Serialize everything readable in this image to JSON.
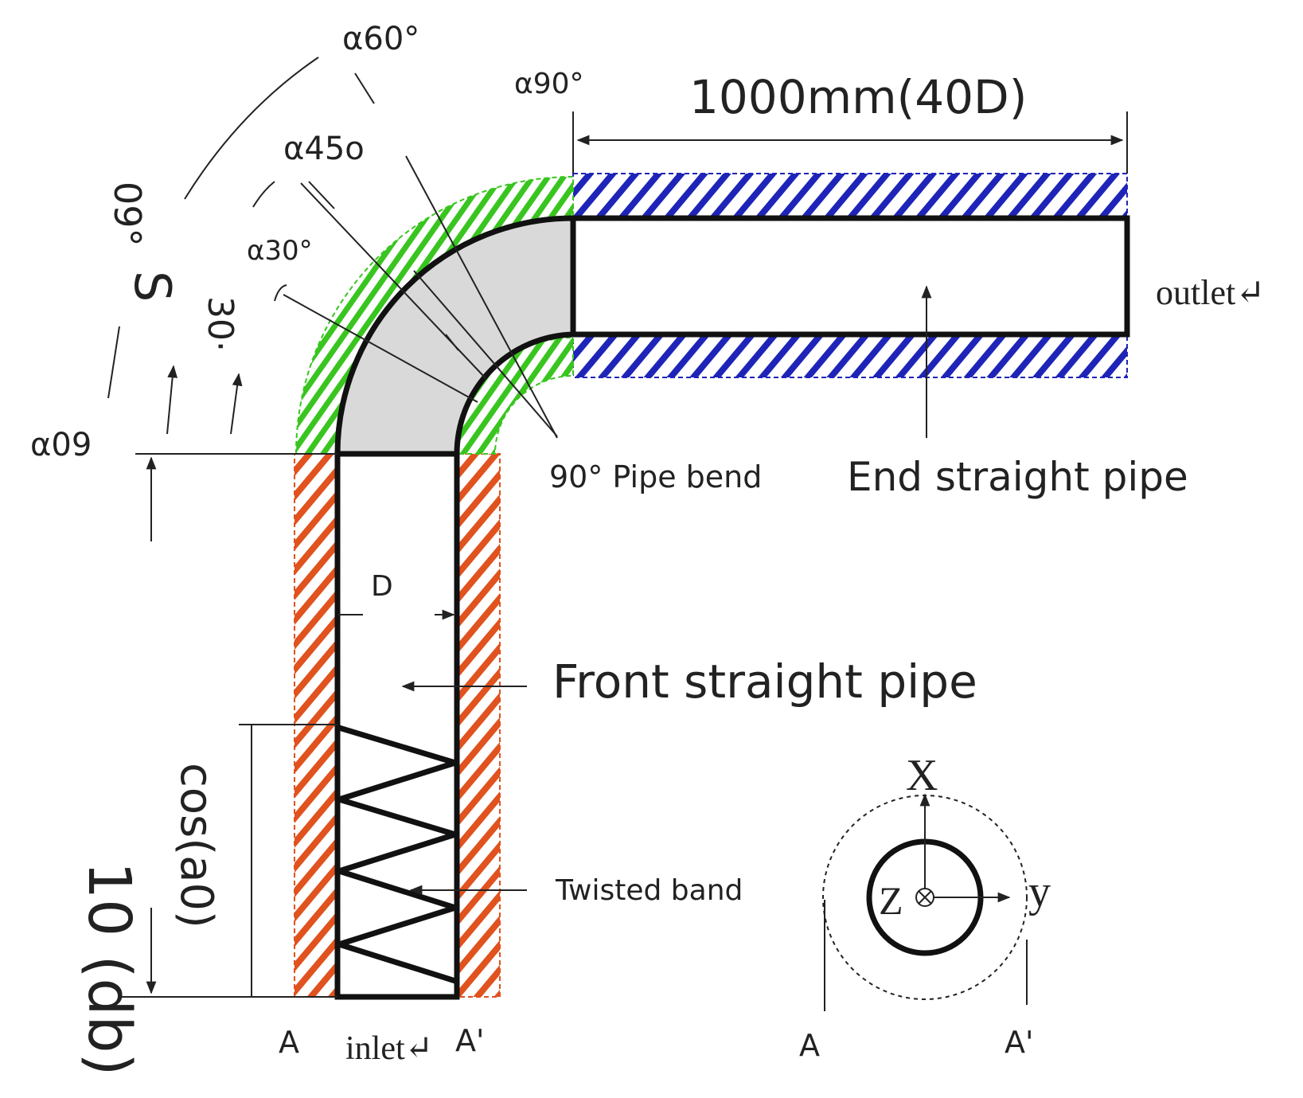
{
  "colors": {
    "bend_hatch": "#39c51f",
    "end_hatch": "#1f24b8",
    "front_hatch": "#e0521e",
    "bend_fill": "#d9d9d9",
    "outline": "#111111"
  },
  "labels": {
    "a60": "α60°",
    "a90": "α90°",
    "a45": "α45o",
    "a30": "α30°",
    "a09": "α09",
    "deg09": "09°",
    "s": "S",
    "deg30": "30·",
    "length": "1000mm(40D)",
    "outlet": "outlet↵",
    "inlet": "inlet↵",
    "bend": "90° Pipe bend",
    "end_pipe": "End straight pipe",
    "front_pipe": "Front straight pipe",
    "twisted_band": "Twisted band",
    "d": "D",
    "length_10d": "10 (db)",
    "cos_a0": "cos(a0)",
    "a_left": "A",
    "a_prime_left": "A'",
    "a_right": "A",
    "a_prime_right": "A'",
    "axis_x": "X",
    "axis_y": "y",
    "axis_z": "Z"
  }
}
